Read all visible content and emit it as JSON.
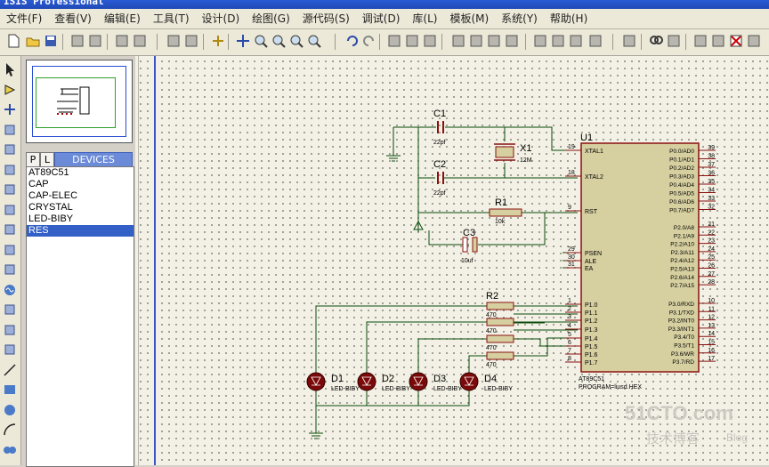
{
  "window": {
    "title": "ISIS Professional"
  },
  "menu": [
    "文件(F)",
    "查看(V)",
    "编辑(E)",
    "工具(T)",
    "设计(D)",
    "绘图(G)",
    "源代码(S)",
    "调试(D)",
    "库(L)",
    "模板(M)",
    "系统(Y)",
    "帮助(H)"
  ],
  "toolbar_icons": [
    "new-file-icon",
    "open-folder-icon",
    "save-icon",
    "import-icon",
    "export-icon",
    "print-icon",
    "print-area-icon",
    "refresh-icon",
    "grid-icon",
    "origin-icon",
    "pan-icon",
    "zoom-in-icon",
    "zoom-out-icon",
    "zoom-all-icon",
    "zoom-area-icon",
    "undo-icon",
    "redo-icon",
    "cut-icon",
    "copy-icon",
    "paste-icon",
    "block-copy-icon",
    "block-move-icon",
    "block-rotate-icon",
    "block-delete-icon",
    "pick-device-icon",
    "make-device-icon",
    "packaging-icon",
    "decompose-icon",
    "wire-autorouter-icon",
    "search-icon",
    "property-tool-icon",
    "netlist-icon",
    "new-sheet-icon",
    "delete-sheet-icon",
    "goto-sheet-icon"
  ],
  "left_tools": [
    "selection-icon",
    "component-icon",
    "junction-icon",
    "wire-label-icon",
    "text-script-icon",
    "bus-icon",
    "subcircuit-icon",
    "terminal-icon",
    "device-pin-icon",
    "graph-icon",
    "tape-recorder-icon",
    "generator-icon",
    "voltage-probe-icon",
    "current-probe-icon",
    "virtual-instrument-icon",
    "line-icon",
    "box-icon",
    "circle-icon",
    "arc-icon",
    "path-icon"
  ],
  "device_panel": {
    "tab_p": "P",
    "tab_l": "L",
    "header": "DEVICES",
    "devices": [
      "AT89C51",
      "CAP",
      "CAP-ELEC",
      "CRYSTAL",
      "LED-BIBY",
      "RES"
    ],
    "selected": "RES"
  },
  "schematic": {
    "c1": {
      "ref": "C1",
      "value": "22pf"
    },
    "c2": {
      "ref": "C2",
      "value": "22pf"
    },
    "c3": {
      "ref": "C3",
      "value": "10uf"
    },
    "x1": {
      "ref": "X1",
      "value": "12M"
    },
    "r1": {
      "ref": "R1",
      "value": "10k"
    },
    "r2": {
      "ref": "R2",
      "values": [
        "470",
        "470",
        "470",
        "470"
      ]
    },
    "leds": [
      {
        "ref": "D1",
        "type": "LED-BIBY"
      },
      {
        "ref": "D2",
        "type": "LED-BIBY"
      },
      {
        "ref": "D3",
        "type": "LED-BIBY"
      },
      {
        "ref": "D4",
        "type": "LED-BIBY"
      }
    ],
    "u1": {
      "ref": "U1",
      "part": "AT89C51",
      "program": "PROGRAM=liusd.HEX",
      "left_pins": [
        {
          "num": "19",
          "name": "XTAL1"
        },
        {
          "num": "18",
          "name": "XTAL2"
        },
        {
          "num": "9",
          "name": "RST"
        },
        {
          "num": "29",
          "name": "PSEN"
        },
        {
          "num": "30",
          "name": "ALE"
        },
        {
          "num": "31",
          "name": "EA"
        },
        {
          "num": "1",
          "name": "P1.0"
        },
        {
          "num": "2",
          "name": "P1.1"
        },
        {
          "num": "3",
          "name": "P1.2"
        },
        {
          "num": "4",
          "name": "P1.3"
        },
        {
          "num": "5",
          "name": "P1.4"
        },
        {
          "num": "6",
          "name": "P1.5"
        },
        {
          "num": "7",
          "name": "P1.6"
        },
        {
          "num": "8",
          "name": "P1.7"
        }
      ],
      "right_pins": [
        {
          "num": "39",
          "name": "P0.0/AD0"
        },
        {
          "num": "38",
          "name": "P0.1/AD1"
        },
        {
          "num": "37",
          "name": "P0.2/AD2"
        },
        {
          "num": "36",
          "name": "P0.3/AD3"
        },
        {
          "num": "35",
          "name": "P0.4/AD4"
        },
        {
          "num": "34",
          "name": "P0.5/AD5"
        },
        {
          "num": "33",
          "name": "P0.6/AD6"
        },
        {
          "num": "32",
          "name": "P0.7/AD7"
        },
        {
          "num": "21",
          "name": "P2.0/A8"
        },
        {
          "num": "22",
          "name": "P2.1/A9"
        },
        {
          "num": "23",
          "name": "P2.2/A10"
        },
        {
          "num": "24",
          "name": "P2.3/A11"
        },
        {
          "num": "25",
          "name": "P2.4/A12"
        },
        {
          "num": "26",
          "name": "P2.5/A13"
        },
        {
          "num": "27",
          "name": "P2.6/A14"
        },
        {
          "num": "28",
          "name": "P2.7/A15"
        },
        {
          "num": "10",
          "name": "P3.0/RXD"
        },
        {
          "num": "11",
          "name": "P3.1/TXD"
        },
        {
          "num": "12",
          "name": "P3.2/INT0"
        },
        {
          "num": "13",
          "name": "P3.3/INT1"
        },
        {
          "num": "14",
          "name": "P3.4/T0"
        },
        {
          "num": "15",
          "name": "P3.5/T1"
        },
        {
          "num": "16",
          "name": "P3.6/WR"
        },
        {
          "num": "17",
          "name": "P3.7/RD"
        }
      ]
    }
  },
  "watermark": {
    "line1": "51CTO.com",
    "line2": "技术博客",
    "line3": "Blog"
  }
}
